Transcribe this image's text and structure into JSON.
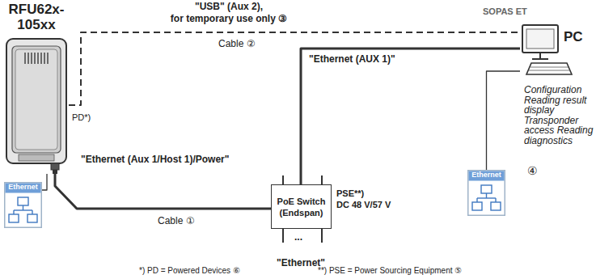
{
  "diagram": {
    "nodes": [
      {
        "text": [
          "RFU62x-105xx"
        ]
      },
      {
        "text": [
          "SOPAS ET",
          "PC"
        ]
      },
      {
        "text": [
          "PoE Switch (Endspan)"
        ]
      },
      {
        "text": [
          "Ethernet"
        ]
      },
      {
        "text": [
          "Ethernet"
        ]
      }
    ],
    "edges": [
      {
        "from": 0,
        "to": 1,
        "arrow": "none"
      },
      {
        "from": 0,
        "to": 2,
        "arrow": "none"
      },
      {
        "from": 2,
        "to": 1,
        "arrow": "none"
      },
      {
        "from": 3,
        "to": 0,
        "arrow": "none"
      },
      {
        "from": 4,
        "to": 1,
        "arrow": "none"
      }
    ],
    "labels": [
      "\"USB\" (Aux 2),",
      "for temporary use only ③",
      "Cable ②",
      "\"Ethernet (AUX 1)\"",
      "PD*)",
      "Configuration Reading result display Transponder access Reading diagnostics",
      "\"Ethernet (Aux 1/Host 1)/Power\"",
      "Cable ①",
      "PSE**)",
      "DC 48 V/57 V",
      "④",
      "...",
      "\"Ethernet\"",
      "*) PD = Powered Devices ⑥",
      "**) PSE = Power Sourcing Equipment ⑤"
    ]
  }
}
